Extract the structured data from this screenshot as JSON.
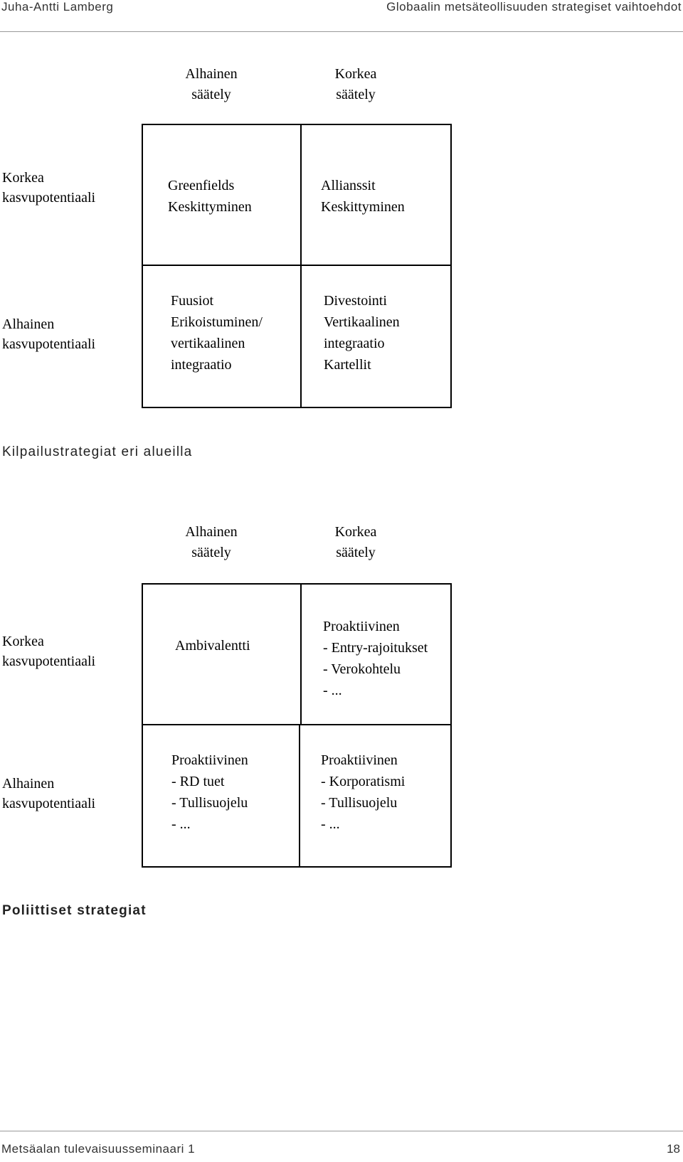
{
  "header": {
    "author": "Juha-Antti Lamberg",
    "title": "Globaalin metsäteollisuuden strategiset vaihtoehdot"
  },
  "matrix1": {
    "columns": [
      {
        "line1": "Alhainen",
        "line2": "säätely"
      },
      {
        "line1": "Korkea",
        "line2": "säätely"
      }
    ],
    "rows": [
      {
        "line1": "Korkea",
        "line2": "kasvupotentiaali"
      },
      {
        "line1": "Alhainen",
        "line2": "kasvupotentiaali"
      }
    ],
    "cells": [
      [
        "Greenfields",
        "Keskittyminen"
      ],
      [
        "Allianssit",
        "Keskittyminen"
      ],
      [
        "Fuusiot",
        "Erikoistuminen/",
        "vertikaalinen",
        "integraatio"
      ],
      [
        "Divestointi",
        "Vertikaalinen",
        "integraatio",
        "Kartellit"
      ]
    ],
    "caption": "Kilpailustrategiat eri alueilla"
  },
  "matrix2": {
    "columns": [
      {
        "line1": "Alhainen",
        "line2": "säätely"
      },
      {
        "line1": "Korkea",
        "line2": "säätely"
      }
    ],
    "rows": [
      {
        "line1": "Korkea",
        "line2": "kasvupotentiaali"
      },
      {
        "line1": "Alhainen",
        "line2": "kasvupotentiaali"
      }
    ],
    "cells": [
      [
        "Ambivalentti"
      ],
      [
        "Proaktiivinen",
        "- Entry-rajoitukset",
        "- Verokohtelu",
        "- ..."
      ],
      [
        "Proaktiivinen",
        "- RD tuet",
        "- Tullisuojelu",
        "- ..."
      ],
      [
        "Proaktiivinen",
        "- Korporatismi",
        "- Tullisuojelu",
        "- ..."
      ]
    ],
    "caption": "Poliittiset strategiat"
  },
  "footer": {
    "event": "Metsäalan tulevaisuusseminaari 1",
    "page": "18"
  }
}
